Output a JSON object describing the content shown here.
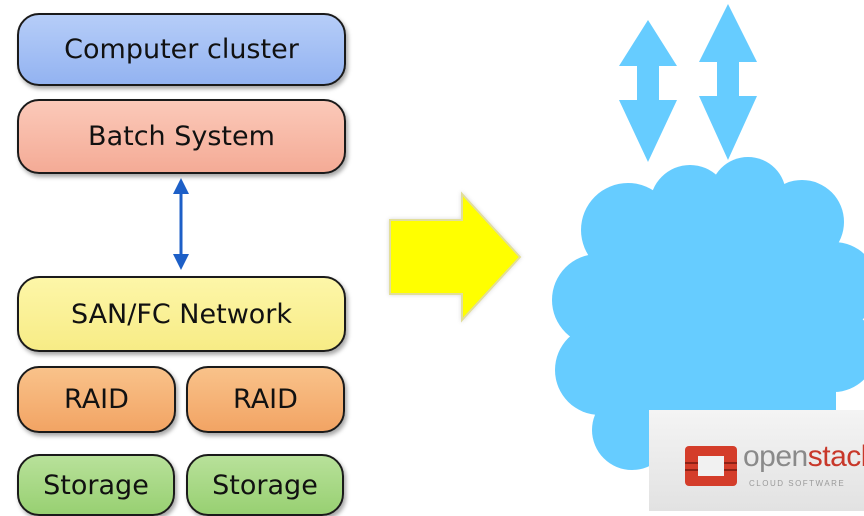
{
  "stack": {
    "cluster": "Computer cluster",
    "batch": "Batch System",
    "san": "SAN/FC Network",
    "raid_left": "RAID",
    "raid_right": "RAID",
    "storage_left": "Storage",
    "storage_right": "Storage"
  },
  "logo": {
    "word_part1": "open",
    "word_part2": "stack",
    "tagline": "CLOUD SOFTWARE"
  },
  "colors": {
    "cluster": "#a9c3f5",
    "batch": "#f8b9a6",
    "san": "#faf195",
    "raid": "#f5b073",
    "storage": "#a6d883",
    "arrow_yellow": "#ffff00",
    "cloud": "#66ccff",
    "link_arrow": "#1d5fc7"
  }
}
